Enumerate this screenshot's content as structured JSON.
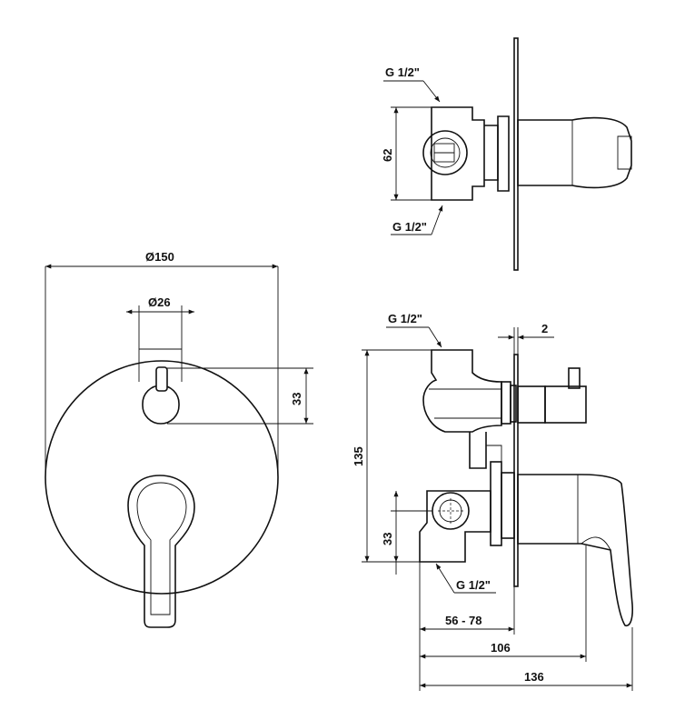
{
  "dimensions": {
    "diameter_plate": "Ø150",
    "diameter_knob": "Ø26",
    "front_height_33": "33",
    "top_thread_upper": "G 1/2\"",
    "top_thread_lower": "G 1/2\"",
    "top_width_62": "62",
    "side_thread_top": "G 1/2\"",
    "side_plate_thickness": "2",
    "side_height_135": "135",
    "side_height_33": "33",
    "side_thread_bottom": "G 1/2\"",
    "depth_range": "56 - 78",
    "depth_106": "106",
    "depth_136": "136"
  }
}
